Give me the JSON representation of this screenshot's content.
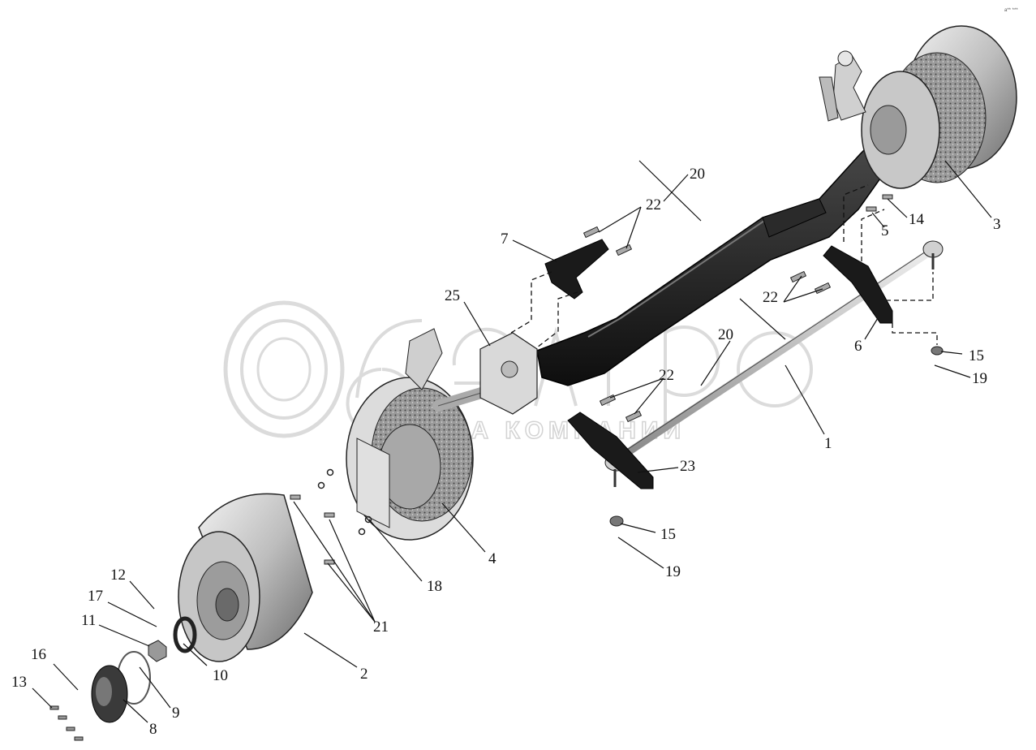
{
  "figure": {
    "reference_code": "a** ***",
    "watermark": {
      "brand": "белагро",
      "tagline": "ГРУППА  КОМПАНИИ"
    }
  },
  "callouts": [
    {
      "id": "c1",
      "num": "1"
    },
    {
      "id": "c2",
      "num": "2"
    },
    {
      "id": "c3",
      "num": "3"
    },
    {
      "id": "c4",
      "num": "4"
    },
    {
      "id": "c5",
      "num": "5"
    },
    {
      "id": "c6",
      "num": "6"
    },
    {
      "id": "c7",
      "num": "7"
    },
    {
      "id": "c8",
      "num": "8"
    },
    {
      "id": "c9",
      "num": "9"
    },
    {
      "id": "c10",
      "num": "10"
    },
    {
      "id": "c11",
      "num": "11"
    },
    {
      "id": "c12",
      "num": "12"
    },
    {
      "id": "c13",
      "num": "13"
    },
    {
      "id": "c14",
      "num": "14"
    },
    {
      "id": "c15a",
      "num": "15"
    },
    {
      "id": "c15b",
      "num": "15"
    },
    {
      "id": "c16",
      "num": "16"
    },
    {
      "id": "c17",
      "num": "17"
    },
    {
      "id": "c18",
      "num": "18"
    },
    {
      "id": "c19a",
      "num": "19"
    },
    {
      "id": "c19b",
      "num": "19"
    },
    {
      "id": "c20a",
      "num": "20"
    },
    {
      "id": "c20b",
      "num": "20"
    },
    {
      "id": "c21",
      "num": "21"
    },
    {
      "id": "c22a",
      "num": "22"
    },
    {
      "id": "c22b",
      "num": "22"
    },
    {
      "id": "c22c",
      "num": "22"
    },
    {
      "id": "c23",
      "num": "23"
    },
    {
      "id": "c25",
      "num": "25"
    }
  ]
}
